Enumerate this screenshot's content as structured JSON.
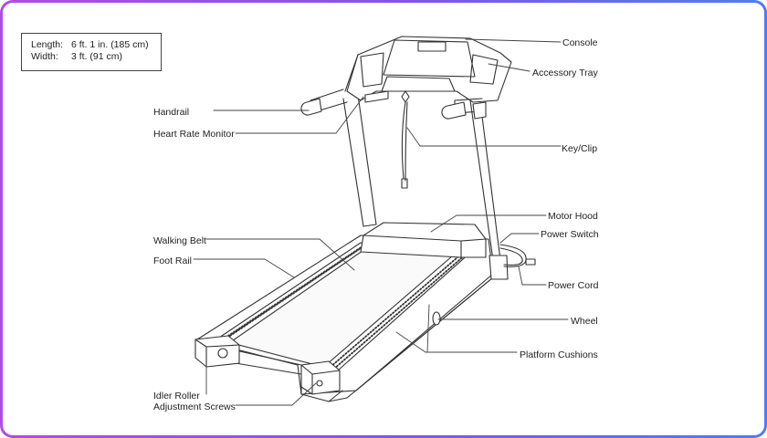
{
  "dimensions": {
    "length_label": "Length:",
    "length_value": "6 ft. 1 in. (185 cm)",
    "width_label": "Width:",
    "width_value": "3 ft. (91 cm)"
  },
  "labels": {
    "console": "Console",
    "accessory_tray": "Accessory Tray",
    "handrail": "Handrail",
    "heart_rate_monitor": "Heart Rate Monitor",
    "key_clip": "Key/Clip",
    "motor_hood": "Motor Hood",
    "walking_belt": "Walking Belt",
    "power_switch": "Power Switch",
    "foot_rail": "Foot Rail",
    "power_cord": "Power Cord",
    "wheel": "Wheel",
    "platform_cushions": "Platform Cushions",
    "idler_roller_line1": "Idler Roller",
    "idler_roller_line2": "Adjustment Screws"
  },
  "colors": {
    "frame_gradient_start": "#b04ce6",
    "frame_gradient_end": "#4f7cf5",
    "line": "#333333"
  }
}
